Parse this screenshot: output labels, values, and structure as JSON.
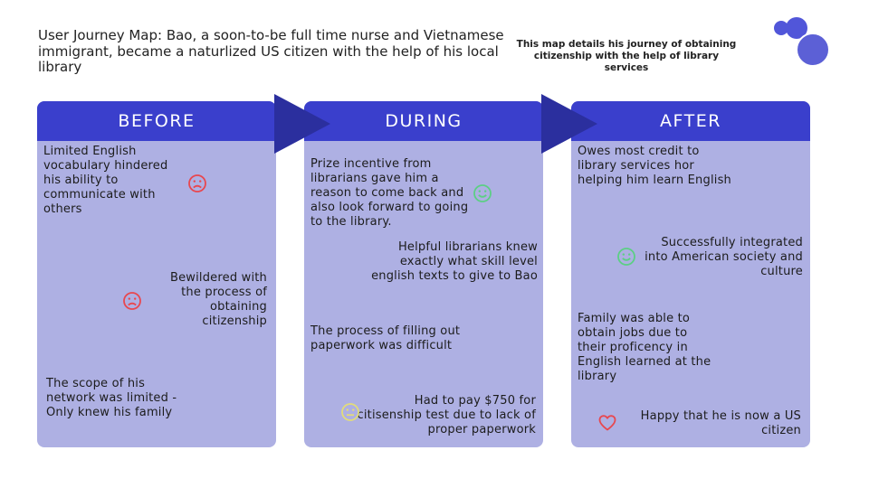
{
  "header": {
    "title": "User Journey Map: Bao, a soon-to-be full time nurse and Vietnamese immigrant, became a naturlized US citizen with the help of his local library",
    "subtitle": "This map details his journey of obtaining citizenship with the help of library services"
  },
  "colors": {
    "header_bar": "#3a3fcc",
    "column_bg": "#aeb0e3",
    "arrow": "#2b2f9e",
    "sad": "#e8474f",
    "happy": "#5ccf85",
    "neutral": "#e2dc7a",
    "heart": "#e8474f",
    "logo": "#5156d9"
  },
  "columns": {
    "before": {
      "label": "BEFORE",
      "notes": [
        {
          "text": "Limited English vocabulary hindered his ability to communicate with others",
          "icon": "sad-face-icon"
        },
        {
          "text": "Bewildered with the process of obtaining citizenship",
          "icon": "sad-face-icon"
        },
        {
          "text": "The scope of his network was limited - Only knew his family",
          "icon": ""
        }
      ]
    },
    "during": {
      "label": "DURING",
      "notes": [
        {
          "text": "Prize incentive from librarians gave him a reason to come back and also look forward to going to the library.",
          "icon": "happy-face-icon"
        },
        {
          "text": "Helpful librarians knew exactly what skill level english texts to give to Bao",
          "icon": ""
        },
        {
          "text": "The process of filling out paperwork was difficult",
          "icon": ""
        },
        {
          "text": "Had to pay $750 for citisenship test due to lack of proper paperwork",
          "icon": "neutral-face-icon"
        }
      ]
    },
    "after": {
      "label": "AFTER",
      "notes": [
        {
          "text": "Owes most credit to library services hor helping him learn English",
          "icon": ""
        },
        {
          "text": "Successfully integrated into American society and culture",
          "icon": "happy-face-icon"
        },
        {
          "text": "Family was able to obtain jobs due to their proficency in English learned at the library",
          "icon": ""
        },
        {
          "text": "Happy that he is now a US citizen",
          "icon": "heart-icon"
        }
      ]
    }
  }
}
